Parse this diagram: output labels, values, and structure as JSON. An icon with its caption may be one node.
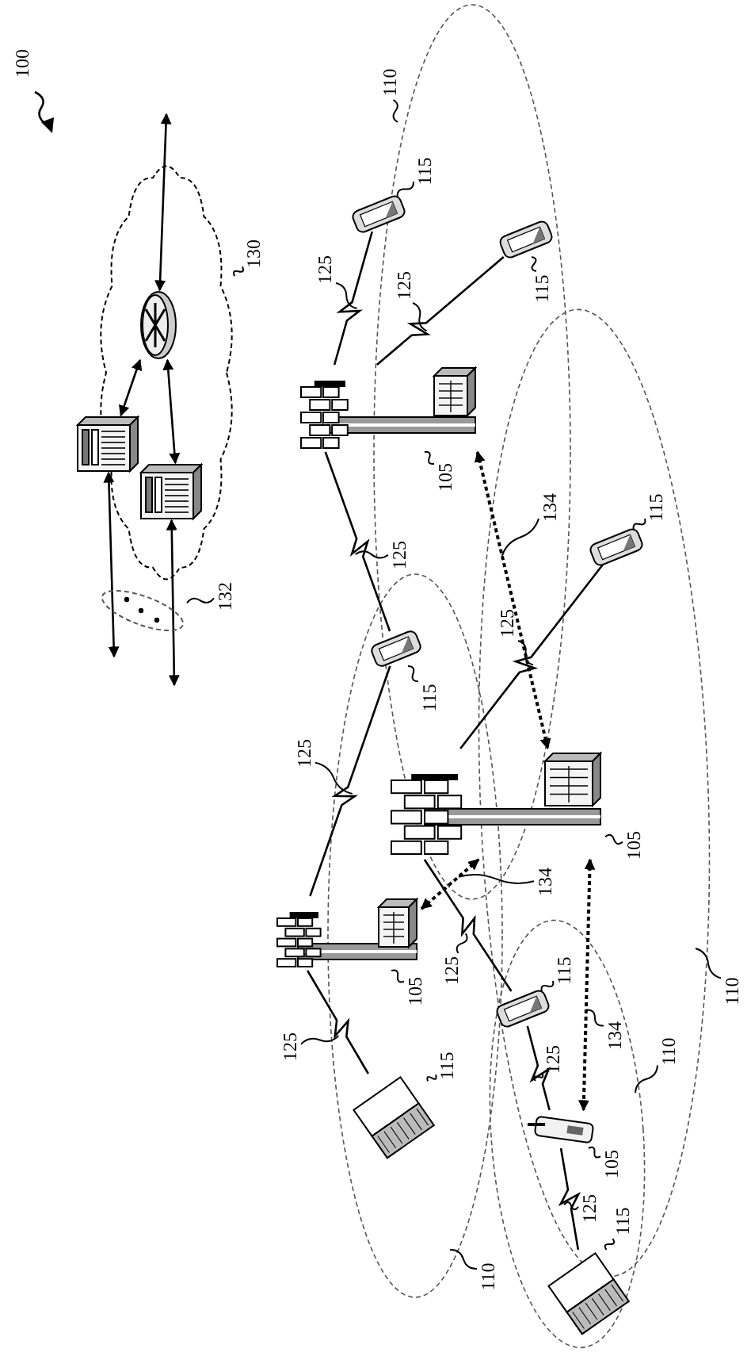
{
  "diagram": {
    "nodes": [
      {
        "text": [],
        "shape": "cloud"
      },
      {
        "text": [],
        "shape": "picture",
        "in": 0
      },
      {
        "text": [],
        "shape": "picture",
        "in": 0
      },
      {
        "text": [],
        "shape": "picture",
        "in": 0
      },
      {
        "text": [],
        "shape": "picture"
      },
      {
        "text": [],
        "shape": "picture"
      },
      {
        "text": [],
        "shape": "picture"
      },
      {
        "text": [],
        "shape": "picture"
      },
      {
        "text": [],
        "shape": "picture"
      },
      {
        "text": [],
        "shape": "picture"
      },
      {
        "text": [],
        "shape": "picture"
      },
      {
        "text": [],
        "shape": "picture"
      },
      {
        "text": [],
        "shape": "picture"
      },
      {
        "text": [],
        "shape": "picture"
      },
      {
        "text": [],
        "shape": "picture"
      },
      {
        "text": [
          "130"
        ]
      },
      {
        "text": [
          "132"
        ]
      },
      {
        "text": [
          "105"
        ]
      },
      {
        "text": [
          "105"
        ]
      },
      {
        "text": [
          "105"
        ]
      },
      {
        "text": [
          "105"
        ]
      },
      {
        "text": [
          "115"
        ]
      },
      {
        "text": [
          "115"
        ]
      },
      {
        "text": [
          "115"
        ]
      },
      {
        "text": [
          "115"
        ]
      },
      {
        "text": [
          "115"
        ]
      },
      {
        "text": [
          "115"
        ]
      },
      {
        "text": [
          "115"
        ]
      },
      {
        "text": [
          "110"
        ]
      },
      {
        "text": [
          "110"
        ]
      },
      {
        "text": [
          "110"
        ]
      },
      {
        "text": [
          "110"
        ]
      },
      {
        "text": [
          "125"
        ]
      },
      {
        "text": [
          "125"
        ]
      },
      {
        "text": [
          "125"
        ]
      },
      {
        "text": [
          "125"
        ]
      },
      {
        "text": [
          "125"
        ]
      },
      {
        "text": [
          "125"
        ]
      },
      {
        "text": [
          "125"
        ]
      },
      {
        "text": [
          "125"
        ]
      },
      {
        "text": [
          "125"
        ]
      },
      {
        "text": [
          "134"
        ]
      },
      {
        "text": [
          "134"
        ]
      },
      {
        "text": [
          "134"
        ]
      },
      {
        "text": [],
        "shape": "ellipse"
      }
    ],
    "edges": [
      {
        "from": null,
        "to": 1,
        "arrow": "both"
      },
      {
        "from": 1,
        "to": 2,
        "arrow": "both"
      },
      {
        "from": 1,
        "to": 3,
        "arrow": "both"
      },
      {
        "from": 2,
        "to": null,
        "arrow": "both"
      },
      {
        "from": 3,
        "to": null,
        "arrow": "both"
      },
      {
        "from": 4,
        "to": 8,
        "arrow": "none"
      },
      {
        "from": 4,
        "to": 9,
        "arrow": "none"
      },
      {
        "from": 4,
        "to": 10,
        "arrow": "none"
      },
      {
        "from": 5,
        "to": 11,
        "arrow": "none"
      },
      {
        "from": 6,
        "to": 10,
        "arrow": "none"
      },
      {
        "from": 6,
        "to": 13,
        "arrow": "none"
      },
      {
        "from": 5,
        "to": 12,
        "arrow": "none"
      },
      {
        "from": 12,
        "to": 7,
        "arrow": "none"
      },
      {
        "from": 7,
        "to": 14,
        "arrow": "none"
      },
      {
        "from": 4,
        "to": 5,
        "arrow": "both",
        "style": "dashed"
      },
      {
        "from": 5,
        "to": 6,
        "arrow": "both",
        "style": "dashed"
      },
      {
        "from": 5,
        "to": 7,
        "arrow": "both",
        "style": "dashed"
      },
      {
        "from": 15,
        "to": 0,
        "arrow": "none"
      },
      {
        "from": 16,
        "to": 44,
        "arrow": "none"
      },
      {
        "from": 17,
        "to": 4,
        "arrow": "none"
      },
      {
        "from": 18,
        "to": 5,
        "arrow": "none"
      },
      {
        "from": 19,
        "to": 6,
        "arrow": "none"
      },
      {
        "from": 20,
        "to": 7,
        "arrow": "none"
      },
      {
        "from": 21,
        "to": 8,
        "arrow": "none"
      },
      {
        "from": 22,
        "to": 9,
        "arrow": "none"
      },
      {
        "from": 23,
        "to": 10,
        "arrow": "none"
      },
      {
        "from": 24,
        "to": 11,
        "arrow": "none"
      },
      {
        "from": 25,
        "to": 12,
        "arrow": "none"
      },
      {
        "from": 26,
        "to": 13,
        "arrow": "none"
      },
      {
        "from": 27,
        "to": 14,
        "arrow": "none"
      },
      {
        "from": 28,
        "to": null,
        "arrow": "none"
      },
      {
        "from": 29,
        "to": null,
        "arrow": "none"
      },
      {
        "from": 30,
        "to": null,
        "arrow": "none"
      },
      {
        "from": 31,
        "to": null,
        "arrow": "none"
      },
      {
        "from": 32,
        "to": null,
        "arrow": "none"
      },
      {
        "from": 33,
        "to": null,
        "arrow": "none"
      },
      {
        "from": 34,
        "to": null,
        "arrow": "none"
      },
      {
        "from": 35,
        "to": null,
        "arrow": "none"
      },
      {
        "from": 36,
        "to": null,
        "arrow": "none"
      },
      {
        "from": 37,
        "to": null,
        "arrow": "none"
      },
      {
        "from": 38,
        "to": null,
        "arrow": "none"
      },
      {
        "from": 39,
        "to": null,
        "arrow": "none"
      },
      {
        "from": 40,
        "to": null,
        "arrow": "none"
      },
      {
        "from": 41,
        "to": null,
        "arrow": "none"
      },
      {
        "from": 42,
        "to": null,
        "arrow": "none"
      },
      {
        "from": 43,
        "to": null,
        "arrow": "none"
      }
    ],
    "labels": [
      "100"
    ]
  }
}
